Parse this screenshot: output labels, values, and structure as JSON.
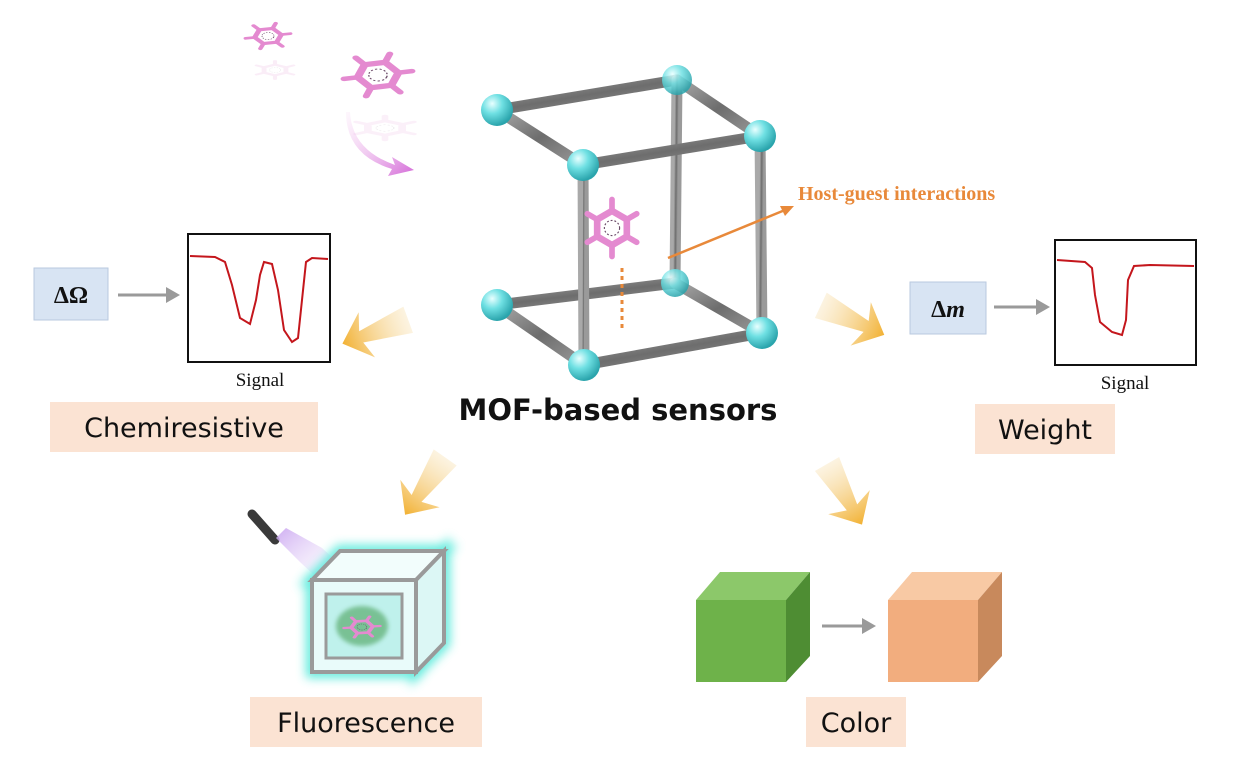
{
  "center": {
    "title": "MOF-based sensors",
    "annotation": "Host-guest interactions"
  },
  "chemiresistive": {
    "label": "Chemiresistive",
    "quantity": "ΔΩ",
    "signal_label": "Signal"
  },
  "weight": {
    "label": "Weight",
    "quantity_symbol": "Δ",
    "quantity_var": "m",
    "signal_label": "Signal"
  },
  "fluorescence": {
    "label": "Fluorescence"
  },
  "color": {
    "label": "Color"
  },
  "colors": {
    "node": "#5fd8dc",
    "frame": "#8a8a8a",
    "molecule": "#e48ad0",
    "annotation": "#e8893a",
    "label_bg": "#fbe3d3",
    "quantity_bg": "#d8e4f3",
    "signal_line": "#c4161c",
    "arrow_gold": "#f2b544",
    "cube_green": "#6eb24a",
    "cube_orange": "#f2ad7e",
    "glow": "#4fe9d9"
  }
}
